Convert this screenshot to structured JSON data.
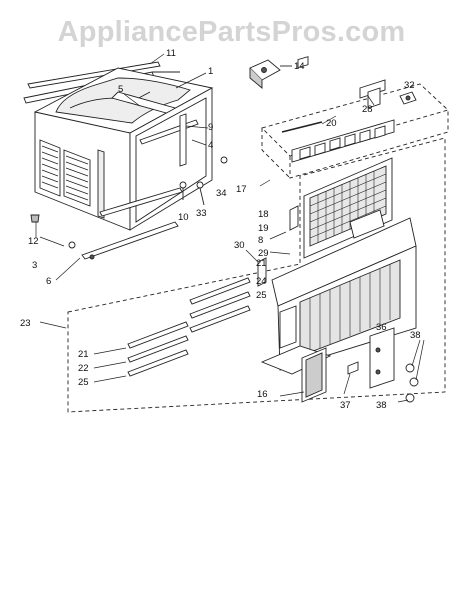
{
  "watermark": {
    "text": "AppliancePartsPros.com"
  },
  "callouts": [
    "1",
    "3",
    "4",
    "5",
    "6",
    "8",
    "9",
    "10",
    "11",
    "12",
    "14",
    "16",
    "17",
    "18",
    "19",
    "20",
    "21",
    "21",
    "21",
    "22",
    "23",
    "24",
    "25",
    "25",
    "28",
    "29",
    "30",
    "32",
    "33",
    "34",
    "36",
    "37",
    "38",
    "38"
  ]
}
